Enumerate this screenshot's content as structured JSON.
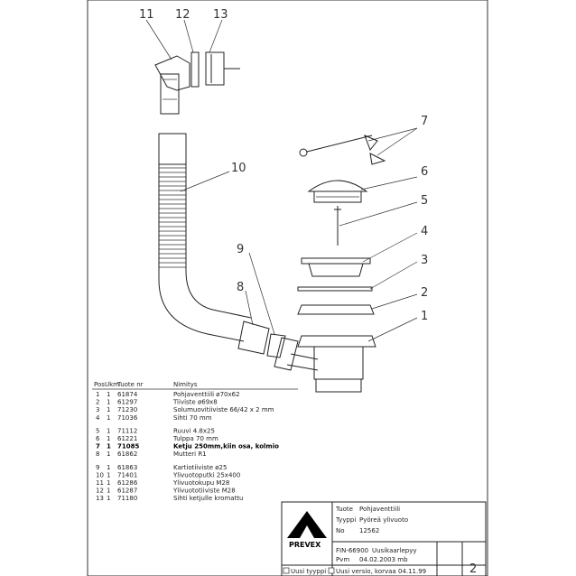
{
  "callouts": [
    "11",
    "12",
    "13",
    "10",
    "9",
    "8",
    "7",
    "6",
    "5",
    "4",
    "3",
    "2",
    "1"
  ],
  "parts_header": {
    "pos": "Pos",
    "ukm": "Ukm",
    "tuote": "Tuote nr",
    "nimitys": "Nimitys"
  },
  "parts": [
    {
      "pos": "1",
      "ukm": "1",
      "nr": "61874",
      "name": "Pohjaventtiili ø70x62",
      "bold": false
    },
    {
      "pos": "2",
      "ukm": "1",
      "nr": "61297",
      "name": "Tiiviste ø69x8",
      "bold": false
    },
    {
      "pos": "3",
      "ukm": "1",
      "nr": "71230",
      "name": "Solumuovitiiviste 66/42 x 2 mm",
      "bold": false
    },
    {
      "pos": "4",
      "ukm": "1",
      "nr": "71036",
      "name": "Sihti 70 mm",
      "bold": false
    },
    {
      "pos": "5",
      "ukm": "1",
      "nr": "71112",
      "name": "Ruuvi 4.8x25",
      "bold": false
    },
    {
      "pos": "6",
      "ukm": "1",
      "nr": "61221",
      "name": "Tulppa 70 mm",
      "bold": false
    },
    {
      "pos": "7",
      "ukm": "1",
      "nr": "71085",
      "name": "Ketju 250mm,kiin osa, kolmio",
      "bold": true
    },
    {
      "pos": "8",
      "ukm": "1",
      "nr": "61862",
      "name": "Mutteri R1",
      "bold": false
    },
    {
      "pos": "9",
      "ukm": "1",
      "nr": "61863",
      "name": "Kartiotiiviste ø25",
      "bold": false
    },
    {
      "pos": "10",
      "ukm": "1",
      "nr": "71401",
      "name": "Ylivuotoputki 25x400",
      "bold": false
    },
    {
      "pos": "11",
      "ukm": "1",
      "nr": "61286",
      "name": "Ylivuotokupu M28",
      "bold": false
    },
    {
      "pos": "12",
      "ukm": "1",
      "nr": "61287",
      "name": "Ylivuototiiviste M28",
      "bold": false
    },
    {
      "pos": "13",
      "ukm": "1",
      "nr": "71180",
      "name": "Sihti ketjulle kromattu",
      "bold": false
    }
  ],
  "title_block": {
    "tuote_label": "Tuote",
    "tuote_value": "Pohjaventtiili",
    "tyyppi_label": "Tyyppi",
    "tyyppi_value": "Pyöreä ylivuoto",
    "no_label": "No",
    "no_value": "12562",
    "fin_label": "FIN-66900",
    "fin_value": "Uusikaarlepyy",
    "pvm_label": "Pvm",
    "pvm_value": "04.02.2003 mb",
    "footer_left": "Uusi tyyppi",
    "footer_mid": "Uusi versio, korvaa 04.11.99",
    "page": "2",
    "logo": "PREVEX"
  }
}
